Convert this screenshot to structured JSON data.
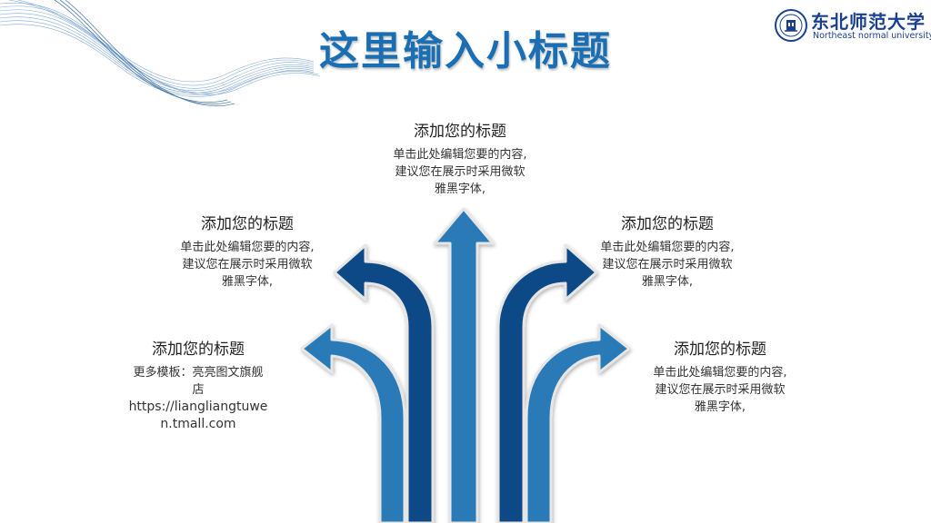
{
  "slide": {
    "title": "这里输入小标题",
    "logo": {
      "name_cn": "东北师范大学",
      "name_en": "Northeast normal university"
    },
    "blocks": [
      {
        "id": "top",
        "heading": "添加您的标题",
        "lines": [
          "单击此处编辑您要的内容,",
          "建议您在展示时采用微软",
          "雅黑字体,"
        ]
      },
      {
        "id": "mid-left",
        "heading": "添加您的标题",
        "lines": [
          "单击此处编辑您要的内容,",
          "建议您在展示时采用微软",
          "雅黑字体,"
        ]
      },
      {
        "id": "mid-right",
        "heading": "添加您的标题",
        "lines": [
          "单击此处编辑您要的内容,",
          "建议您在展示时采用微软",
          "雅黑字体,"
        ]
      },
      {
        "id": "low-left",
        "heading": "添加您的标题",
        "lines": [
          "更多模板：亮亮图文旗舰",
          "店",
          "https://liangliangtuwe",
          "n.tmall.com"
        ]
      },
      {
        "id": "low-right",
        "heading": "添加您的标题",
        "lines": [
          "单击此处编辑您要的内容,",
          "建议您在展示时采用微软",
          "雅黑字体,"
        ]
      }
    ]
  },
  "colors": {
    "title": "#1a6fb4",
    "arrow_light": "#2a7ab8",
    "arrow_dark": "#0d4a86",
    "arrow_outline": "#dcdcdc",
    "wave": "#1f66b8"
  },
  "icons": [
    "university-seal-icon"
  ]
}
